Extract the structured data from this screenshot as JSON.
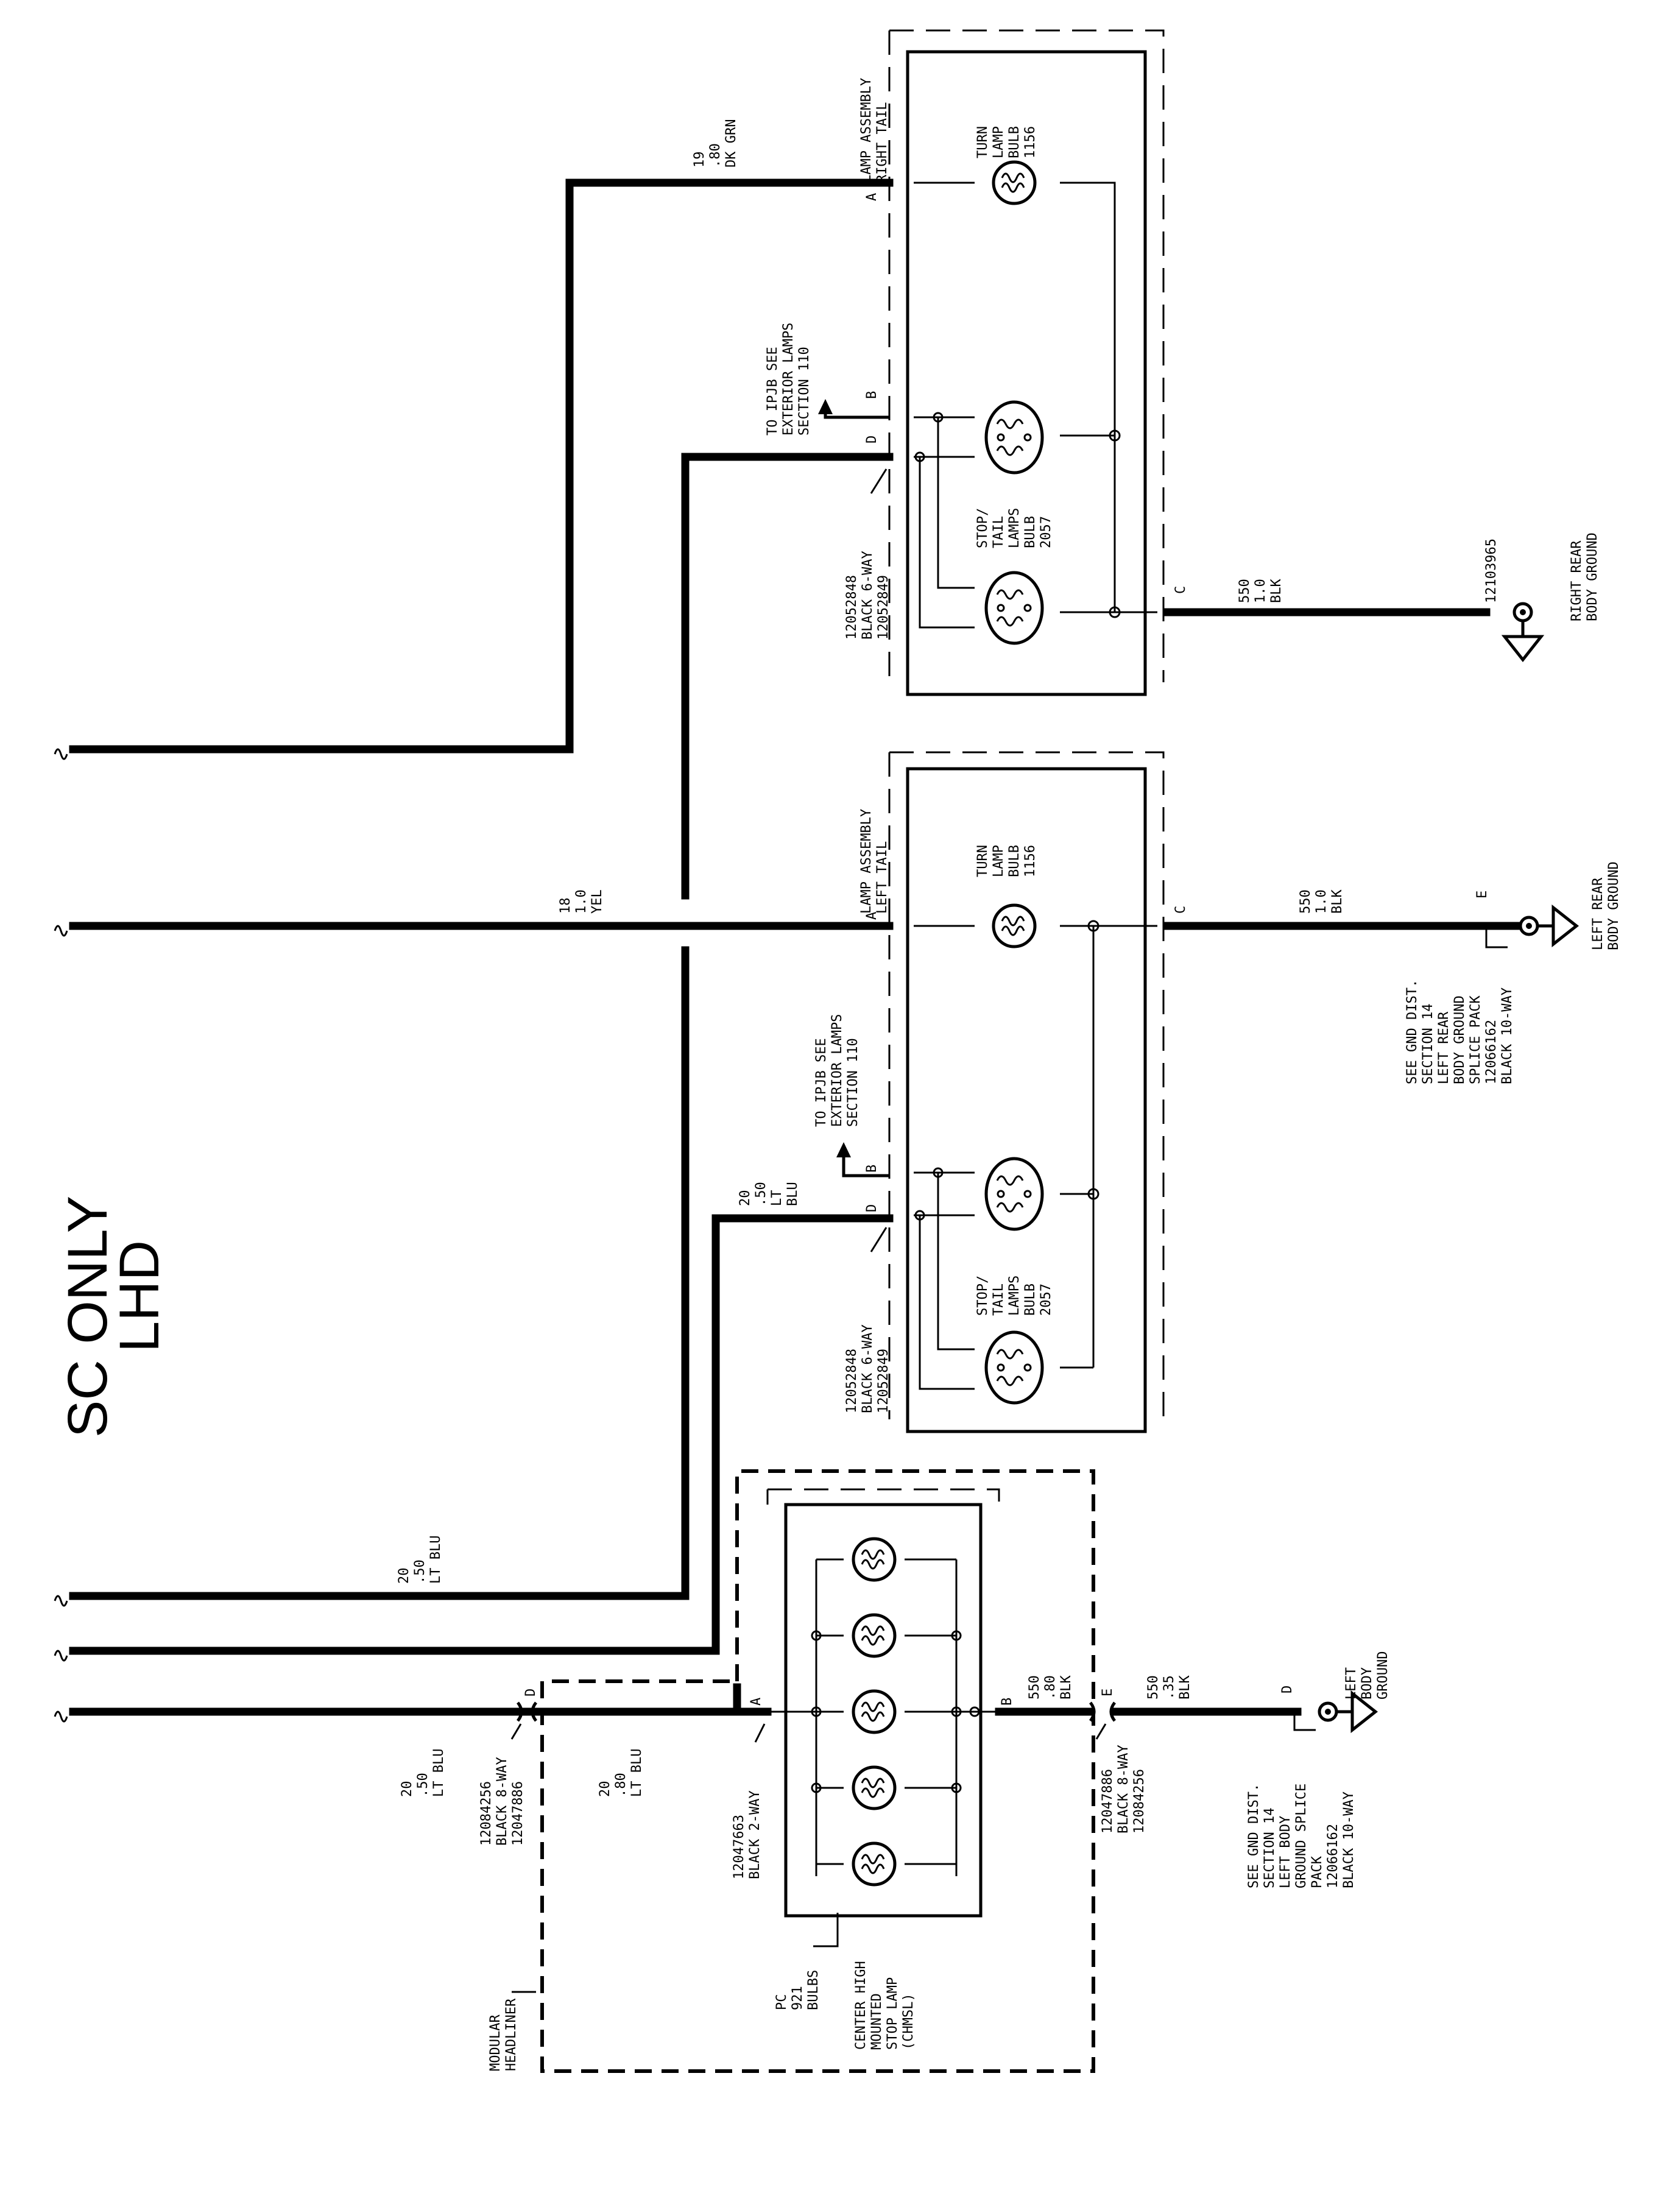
{
  "title": {
    "line1": "SC ONLY",
    "line2": "LHD"
  },
  "right_tail_lamp": {
    "name_line1": "RIGHT TAIL",
    "name_line2": "LAMP ASSEMBLY",
    "turn_bulb": [
      "TURN",
      "LAMP",
      "BULB",
      "1156"
    ],
    "stop_bulb": [
      "STOP/",
      "TAIL",
      "LAMPS",
      "BULB",
      "2057"
    ],
    "connector": [
      "12052848",
      "BLACK 6-WAY",
      "12052849"
    ],
    "to_ipjb": [
      "TO IPJB SEE",
      "EXTERIOR LAMPS",
      "SECTION 110"
    ],
    "pins": {
      "a": "A",
      "b": "B",
      "d": "D",
      "c": "C"
    },
    "wire_in": [
      "19",
      ".80",
      "DK GRN"
    ],
    "ground_wire": [
      "550",
      "1.0",
      "BLK"
    ],
    "ground_part": "12103965",
    "ground_name": [
      "RIGHT REAR",
      "BODY GROUND"
    ]
  },
  "left_tail_lamp": {
    "name_line1": "LEFT TAIL",
    "name_line2": "LAMP ASSEMBLY",
    "turn_bulb": [
      "TURN",
      "LAMP",
      "BULB",
      "1156"
    ],
    "stop_bulb": [
      "STOP/",
      "TAIL",
      "LAMPS",
      "BULB",
      "2057"
    ],
    "connector": [
      "12052848",
      "BLACK 6-WAY",
      "12052849"
    ],
    "to_ipjb": [
      "TO IPJB SEE",
      "EXTERIOR LAMPS",
      "SECTION 110"
    ],
    "pins": {
      "a": "A",
      "b": "B",
      "d": "D",
      "c": "C"
    },
    "wire_in_a": [
      "18",
      "1.0",
      "YEL"
    ],
    "wire_in_d": [
      "20",
      ".50",
      "LT",
      "BLU"
    ],
    "ground_wire": [
      "550",
      "1.0",
      "BLK"
    ],
    "ground_pin": "E",
    "ground_note": [
      "SEE GND DIST.",
      "SECTION 14",
      "LEFT REAR",
      "BODY GROUND",
      "SPLICE PACK",
      "12066162",
      "BLACK 10-WAY"
    ],
    "ground_name": [
      "LEFT REAR",
      "BODY GROUND"
    ]
  },
  "chmsl": {
    "name": [
      "CENTER HIGH",
      "MOUNTED",
      "STOP LAMP",
      "(CHMSL)"
    ],
    "bulbs": [
      "PC",
      "921",
      "BULBS"
    ],
    "connector": [
      "12047663",
      "BLACK 2-WAY"
    ],
    "pins": {
      "a": "A",
      "b": "B"
    },
    "headliner": [
      "MODULAR",
      "HEADLINER"
    ],
    "wire_upper": [
      "20",
      ".50",
      "LT BLU"
    ],
    "wire_out": [
      "550",
      ".80",
      "BLK"
    ],
    "wire_inner": [
      "20",
      ".80",
      "LT BLU"
    ],
    "wire_feed": [
      "20",
      ".50",
      "LT BLU"
    ],
    "conn_left": [
      "12084256",
      "BLACK 8-WAY",
      "12047886"
    ],
    "conn_left_pin": "D",
    "conn_right": [
      "12047886",
      "BLACK 8-WAY",
      "12084256"
    ],
    "conn_right_pin": "E",
    "ground_wire": [
      "550",
      ".35",
      "BLK"
    ],
    "ground_pin": "D",
    "ground_note": [
      "SEE GND DIST.",
      "SECTION 14",
      "LEFT BODY",
      "GROUND SPLICE",
      "PACK",
      "12066162",
      "BLACK 10-WAY"
    ],
    "ground_name": [
      "LEFT",
      "BODY",
      "GROUND"
    ]
  }
}
